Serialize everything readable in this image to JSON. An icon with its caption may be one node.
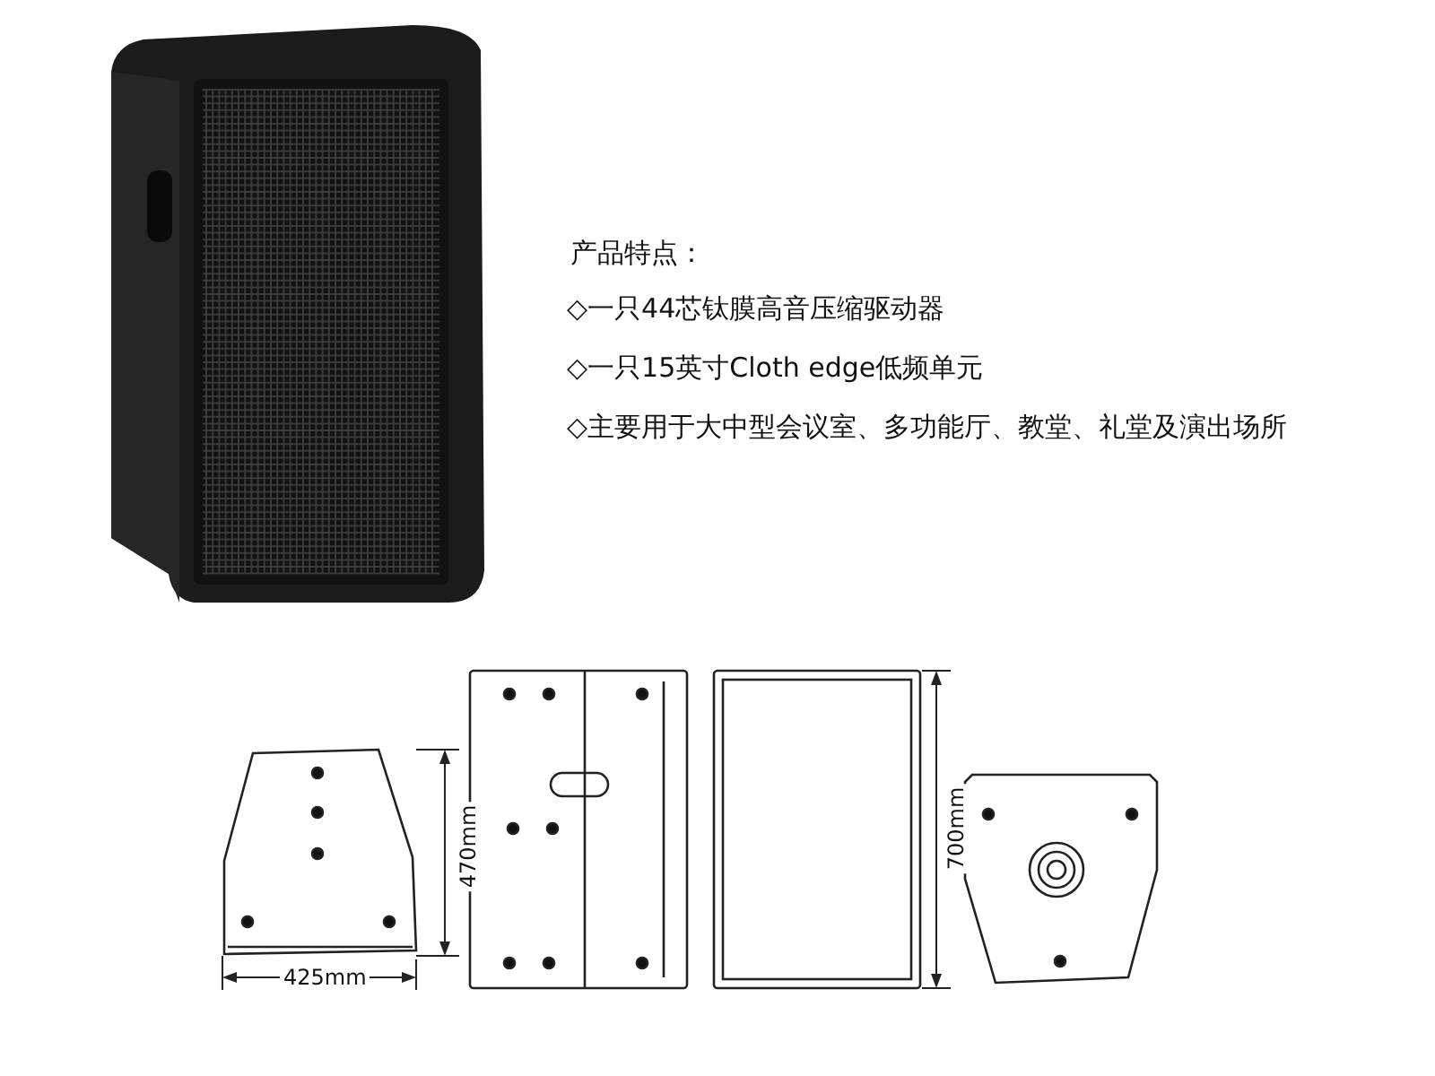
{
  "diagram": {
    "labels": [
      "产品特点：",
      "◇一只44芯钛膜高音压缩驱动器",
      "◇一只15英寸Cloth edge低频单元",
      "◇主要用于大中型会议室、多功能厅、教堂、礼堂及演出场所",
      "470mm",
      "425mm",
      "700mm"
    ]
  }
}
